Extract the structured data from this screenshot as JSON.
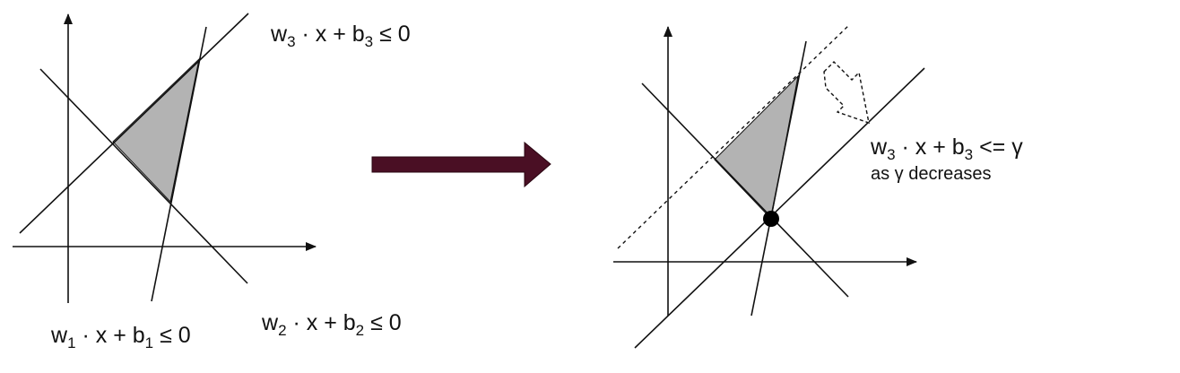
{
  "left_panel": {
    "constraint_1": {
      "w": "w",
      "w_sub": "1",
      "mid": " · x + b",
      "b_sub": "1",
      "rel": " ≤ 0"
    },
    "constraint_2": {
      "w": "w",
      "w_sub": "2",
      "mid": " · x + b",
      "b_sub": "2",
      "rel": " ≤ 0"
    },
    "constraint_3": {
      "w": "w",
      "w_sub": "3",
      "mid": " · x + b",
      "b_sub": "3",
      "rel": " ≤ 0"
    }
  },
  "right_panel": {
    "objective": {
      "w": "w",
      "w_sub": "3",
      "mid": " · x + b",
      "b_sub": "3",
      "rel": " <= γ"
    },
    "note": "as γ decreases"
  },
  "colors": {
    "feasible_region": "#b3b3b3",
    "arrow": "#4a0f24",
    "lines": "#111111"
  }
}
